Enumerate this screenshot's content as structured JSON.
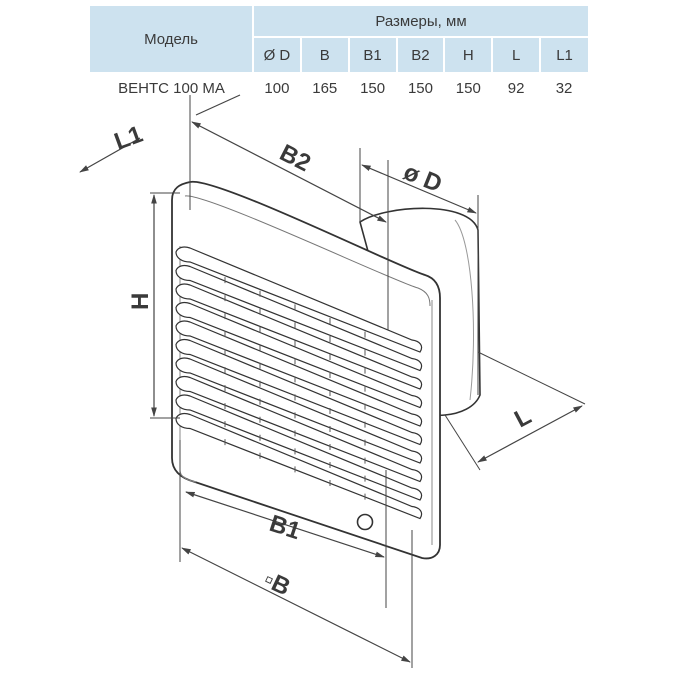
{
  "table": {
    "model_header": "Модель",
    "dims_header": "Размеры, мм",
    "columns": [
      "Ø D",
      "B",
      "B1",
      "B2",
      "H",
      "L",
      "L1"
    ],
    "rows": [
      {
        "model": "ВЕНТС 100 МА",
        "values": [
          "100",
          "165",
          "150",
          "150",
          "150",
          "92",
          "32"
        ]
      }
    ]
  },
  "drawing": {
    "labels": {
      "l1": "L1",
      "b2": "B2",
      "d": "ø D",
      "h": "H",
      "l": "L",
      "b1": "B1",
      "b": "▫B"
    }
  }
}
